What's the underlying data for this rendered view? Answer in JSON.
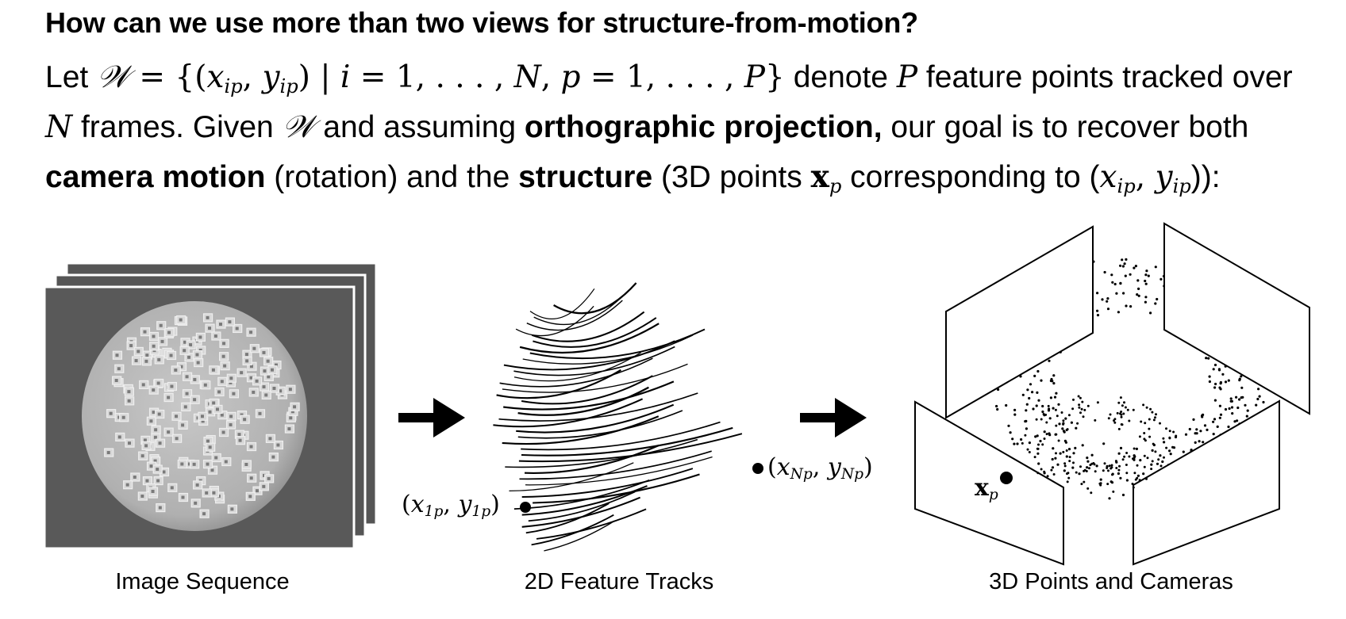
{
  "heading": "How can we use more than two views for structure-from-motion?",
  "paragraph": {
    "l1_let": "Let ",
    "l1_W": "𝒲",
    "l1_set_open": " = {(",
    "l1_x": "x",
    "l1_ip1": "ip",
    "l1_comma": ", ",
    "l1_y": "y",
    "l1_ip2": "ip",
    "l1_mid": ") | ",
    "l1_i": "i",
    "l1_eq1": " = 1, . . . , ",
    "l1_N": "N",
    "l1_comma2": ", ",
    "l1_p": "p",
    "l1_eq2": " = 1, . . . , ",
    "l1_P": "P",
    "l1_close": "}",
    "l1_denote": " denote ",
    "l1_P2": "P",
    "l1_rest": " feature points tracked over",
    "l2_N": "N",
    "l2_frames": " frames. Given ",
    "l2_W": "𝒲",
    "l2_assuming": " and assuming ",
    "l2_bold": "orthographic projection,",
    "l2_rest": " our goal is to recover both",
    "l3_bold1": "camera motion",
    "l3_mid1": " (rotation) and the ",
    "l3_bold2": "structure",
    "l3_mid2": " (3D points ",
    "l3_x": "x",
    "l3_p": "p",
    "l3_corr": " corresponding to (",
    "l3_x2": "x",
    "l3_ip1": "ip",
    "l3_comma": ", ",
    "l3_y2": "y",
    "l3_ip2": "ip",
    "l3_end": ")):"
  },
  "figure": {
    "captions": {
      "image_sequence": "Image Sequence",
      "tracks": "2D Feature Tracks",
      "points_cameras": "3D Points and Cameras"
    },
    "labels": {
      "first_x": "x",
      "first_sub1": "1p",
      "first_y": "y",
      "first_sub2": "1p",
      "last_x": "x",
      "last_sub1": "Np",
      "last_y": "y",
      "last_sub2": "Np",
      "point_x": "x",
      "point_sub": "p"
    },
    "colors": {
      "frame_dark": "#555555",
      "sphere_light": "#b8b8b8",
      "ink": "#000000"
    }
  }
}
